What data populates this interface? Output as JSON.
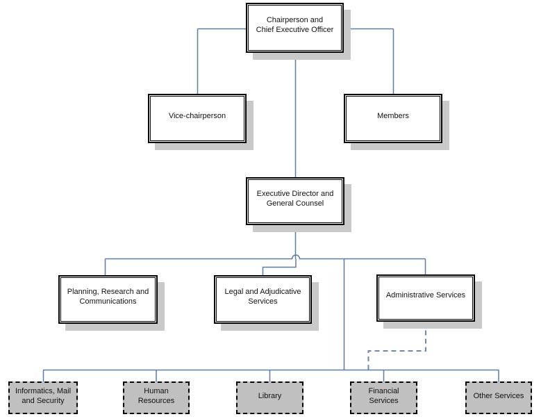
{
  "diagram": {
    "type": "organizational-chart",
    "nodes": {
      "chairperson": {
        "label": "Chairperson and\nChief Executive Officer",
        "shape": "double-border-box",
        "fill": "#ffffff"
      },
      "vice_chairperson": {
        "label": "Vice-chairperson",
        "shape": "double-border-box",
        "fill": "#ffffff"
      },
      "members": {
        "label": "Members",
        "shape": "double-border-box",
        "fill": "#ffffff"
      },
      "executive_director": {
        "label": "Executive Director and\nGeneral Counsel",
        "shape": "double-border-box",
        "fill": "#ffffff"
      },
      "planning": {
        "label": "Planning, Research and\nCommunications",
        "shape": "double-border-box",
        "fill": "#ffffff"
      },
      "legal": {
        "label": "Legal and Adjudicative\nServices",
        "shape": "double-border-box",
        "fill": "#ffffff"
      },
      "administrative": {
        "label": "Administrative Services",
        "shape": "double-border-box",
        "fill": "#ffffff"
      },
      "informatics": {
        "label": "Informatics, Mail\nand Security",
        "shape": "dash-dot-box",
        "fill": "#c0c0c0"
      },
      "human_resources": {
        "label": "Human Resources",
        "shape": "dash-dot-box",
        "fill": "#c0c0c0"
      },
      "library": {
        "label": "Library",
        "shape": "dash-dot-box",
        "fill": "#c0c0c0"
      },
      "financial_services": {
        "label": "Financial Services",
        "shape": "dash-dot-box",
        "fill": "#c0c0c0"
      },
      "other_services": {
        "label": "Other Services",
        "shape": "dash-dot-box",
        "fill": "#c0c0c0"
      }
    },
    "edges": [
      {
        "from": "chairperson",
        "to": "vice_chairperson",
        "style": "solid"
      },
      {
        "from": "chairperson",
        "to": "members",
        "style": "solid"
      },
      {
        "from": "chairperson",
        "to": "executive_director",
        "style": "solid"
      },
      {
        "from": "executive_director",
        "to": "planning",
        "style": "solid"
      },
      {
        "from": "executive_director",
        "to": "legal",
        "style": "solid"
      },
      {
        "from": "executive_director",
        "to": "administrative",
        "style": "solid"
      },
      {
        "from": "executive_director",
        "to": "informatics",
        "style": "solid"
      },
      {
        "from": "executive_director",
        "to": "human_resources",
        "style": "solid"
      },
      {
        "from": "executive_director",
        "to": "library",
        "style": "solid"
      },
      {
        "from": "executive_director",
        "to": "financial_services",
        "style": "solid"
      },
      {
        "from": "executive_director",
        "to": "other_services",
        "style": "solid"
      },
      {
        "from": "administrative",
        "to": "bottom-services-row",
        "style": "dashed"
      }
    ],
    "colors": {
      "connector": "#5b7ba3",
      "dashed_connector": "#6d89ae",
      "box_border": "#000000",
      "box_fill": "#ffffff",
      "gray_box_fill": "#c0c0c0",
      "shadow": "#c9c9c9",
      "text": "#111111",
      "background": "#ffffff"
    }
  }
}
